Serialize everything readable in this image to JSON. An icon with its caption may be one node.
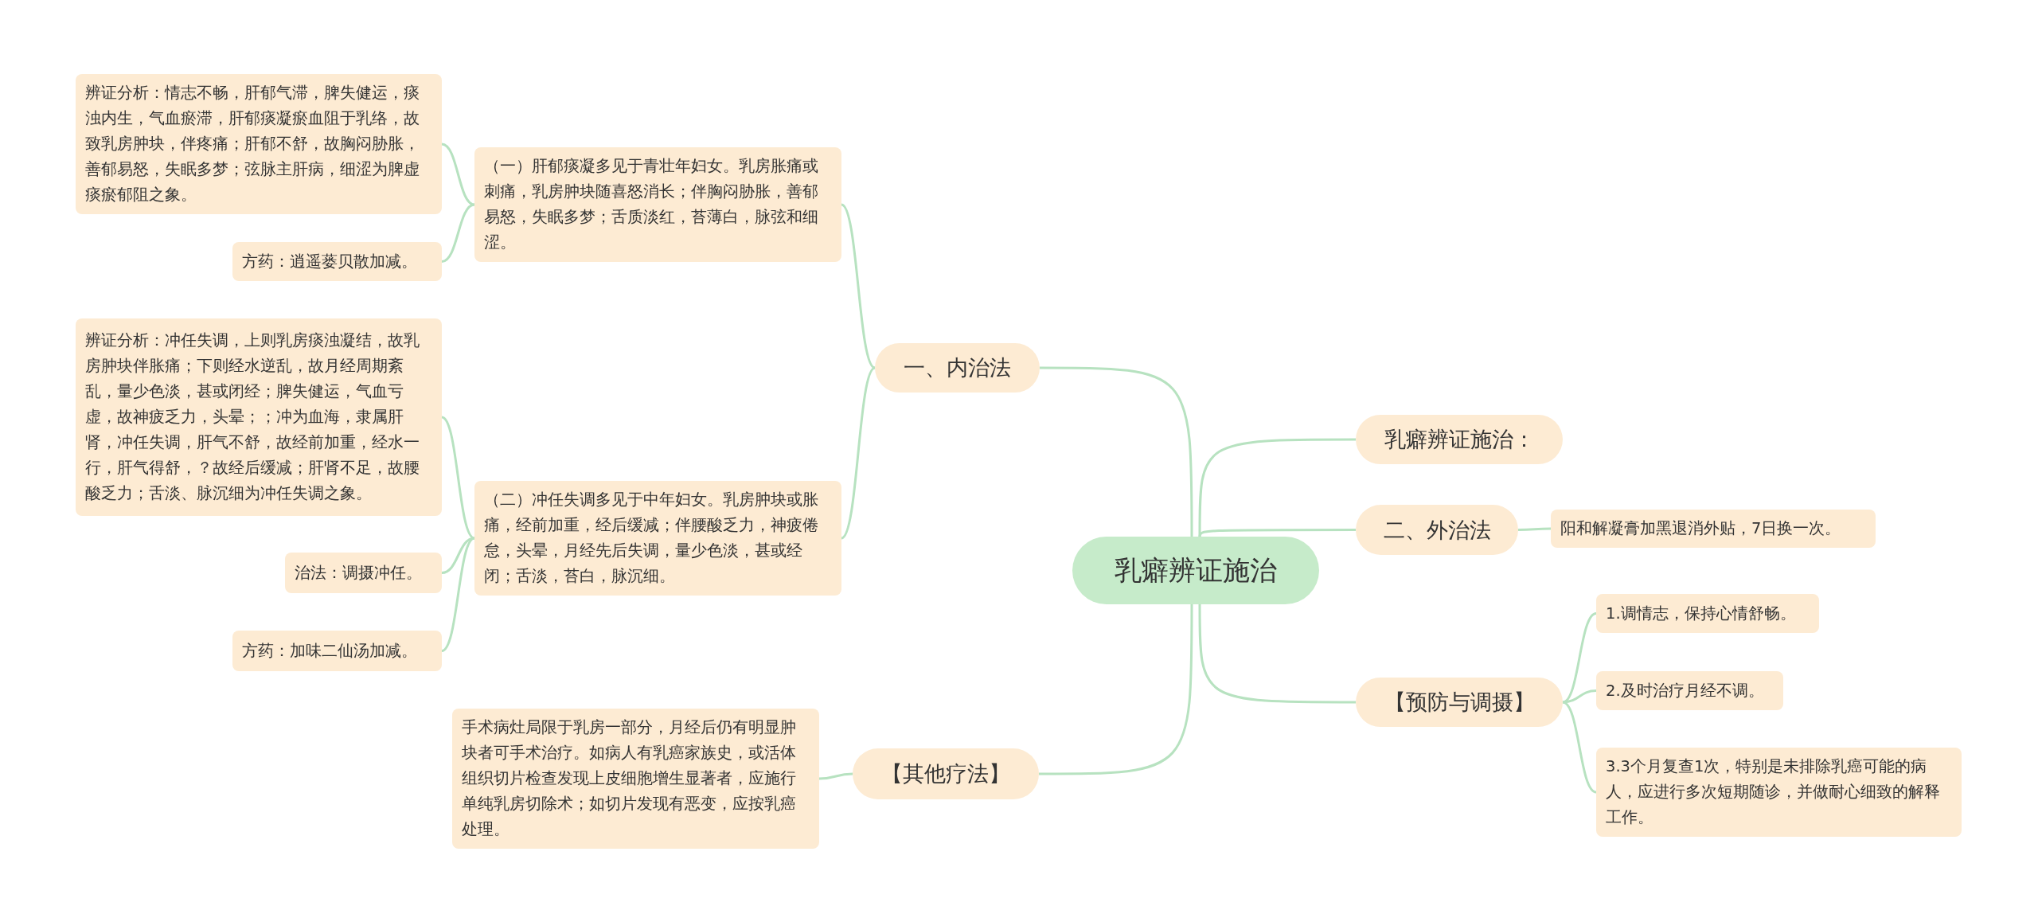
{
  "diagram": {
    "nodes": [
      {
        "text": [
          "乳癖辨证施治"
        ]
      },
      {
        "text": [
          "一、内治法"
        ]
      },
      {
        "text": [
          "（一）肝郁痰凝多见于青壮年妇女。乳房胀痛或刺痛，乳房肿块随喜怒消长；伴胸闷胁胀，善郁易怒，失眠多梦；舌质淡红，苔薄白，脉弦和细涩。"
        ]
      },
      {
        "text": [
          "辨证分析：情志不畅，肝郁气滞，脾失健运，痰浊内生，气血瘀滞，肝郁痰凝瘀血阻于乳络，故致乳房肿块，伴疼痛；肝郁不舒，故胸闷胁胀，善郁易怒，失眠多梦；弦脉主肝病，细涩为脾虚痰瘀郁阻之象。"
        ]
      },
      {
        "text": [
          "方药：逍遥蒌贝散加减。"
        ]
      },
      {
        "text": [
          "（二）冲任失调多见于中年妇女。乳房肿块或胀痛，经前加重，经后缓减；伴腰酸乏力，神疲倦怠，头晕，月经先后失调，量少色淡，甚或经闭；舌淡，苔白，脉沉细。"
        ]
      },
      {
        "text": [
          "辨证分析：冲任失调，上则乳房痰浊凝结，故乳房肿块伴胀痛；下则经水逆乱，故月经周期紊乱，量少色淡，甚或闭经；脾失健运，气血亏虚，故神疲乏力，头晕；；冲为血海，隶属肝肾，冲任失调，肝气不舒，故经前加重，经水一行，肝气得舒，？故经后缓减；肝肾不足，故腰酸乏力；舌淡、脉沉细为冲任失调之象。"
        ]
      },
      {
        "text": [
          "治法：调摄冲任。"
        ]
      },
      {
        "text": [
          "方药：加味二仙汤加减。"
        ]
      },
      {
        "text": [
          "【其他疗法】"
        ]
      },
      {
        "text": [
          "手术病灶局限于乳房一部分，月经后仍有明显肿块者可手术治疗。如病人有乳癌家族史，或活体组织切片检查发现上皮细胞增生显著者，应施行单纯乳房切除术；如切片发现有恶变，应按乳癌处理。"
        ]
      },
      {
        "text": [
          "乳癖辨证施治："
        ]
      },
      {
        "text": [
          "二、外治法"
        ]
      },
      {
        "text": [
          "阳和解凝膏加黑退消外贴，7日换一次。"
        ]
      },
      {
        "text": [
          "【预防与调摄】"
        ]
      },
      {
        "text": [
          "1.调情志，保持心情舒畅。"
        ]
      },
      {
        "text": [
          "2.及时治疗月经不调。"
        ]
      },
      {
        "text": [
          "3.3个月复查1次，特别是未排除乳癌可能的病人，应进行多次短期随诊，并做耐心细致的解释工作。"
        ]
      }
    ],
    "edges": [
      {
        "from": 0,
        "to": 1,
        "arrow": "none"
      },
      {
        "from": 1,
        "to": 2,
        "arrow": "none"
      },
      {
        "from": 2,
        "to": 3,
        "arrow": "none"
      },
      {
        "from": 2,
        "to": 4,
        "arrow": "none"
      },
      {
        "from": 1,
        "to": 5,
        "arrow": "none"
      },
      {
        "from": 5,
        "to": 6,
        "arrow": "none"
      },
      {
        "from": 5,
        "to": 7,
        "arrow": "none"
      },
      {
        "from": 5,
        "to": 8,
        "arrow": "none"
      },
      {
        "from": 0,
        "to": 9,
        "arrow": "none"
      },
      {
        "from": 9,
        "to": 10,
        "arrow": "none"
      },
      {
        "from": 0,
        "to": 11,
        "arrow": "none"
      },
      {
        "from": 0,
        "to": 12,
        "arrow": "none"
      },
      {
        "from": 12,
        "to": 13,
        "arrow": "none"
      },
      {
        "from": 0,
        "to": 14,
        "arrow": "none"
      },
      {
        "from": 14,
        "to": 15,
        "arrow": "none"
      },
      {
        "from": 14,
        "to": 16,
        "arrow": "none"
      },
      {
        "from": 14,
        "to": 17,
        "arrow": "none"
      }
    ]
  }
}
